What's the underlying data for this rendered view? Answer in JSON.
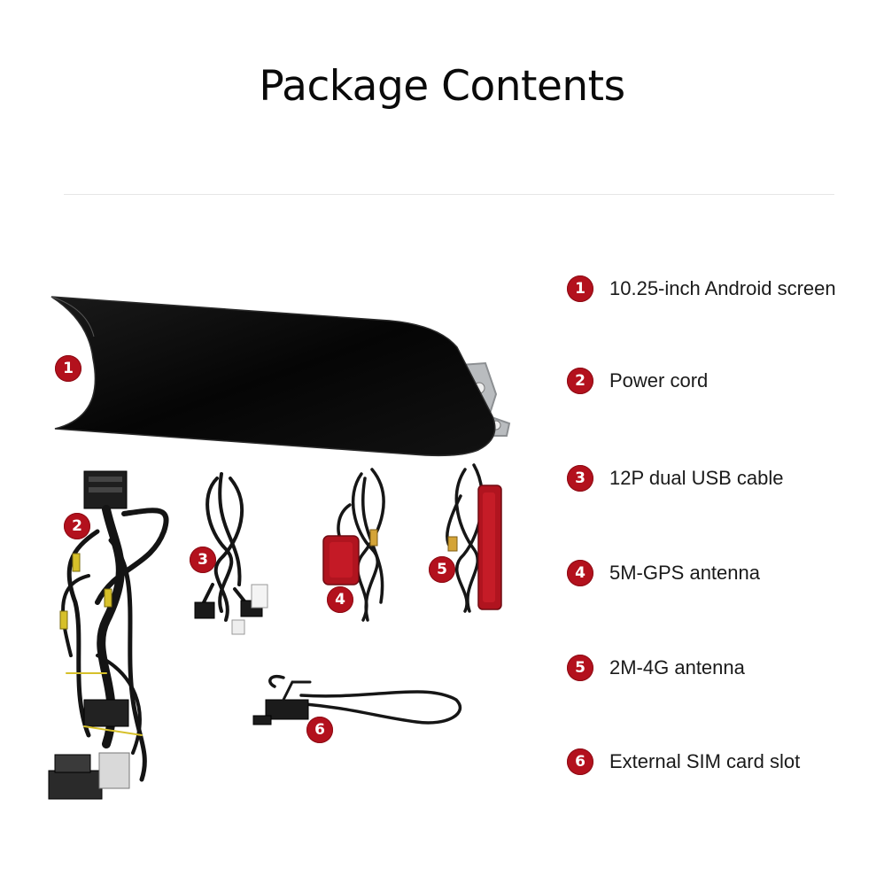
{
  "title": "Package Contents",
  "accent_color": "#b3111d",
  "items": [
    {
      "number": "1",
      "label": "10.25-inch Android screen"
    },
    {
      "number": "2",
      "label": "Power cord"
    },
    {
      "number": "3",
      "label": "12P dual USB cable"
    },
    {
      "number": "4",
      "label": "5M-GPS antenna"
    },
    {
      "number": "5",
      "label": "2M-4G antenna"
    },
    {
      "number": "6",
      "label": "External SIM card slot"
    }
  ]
}
